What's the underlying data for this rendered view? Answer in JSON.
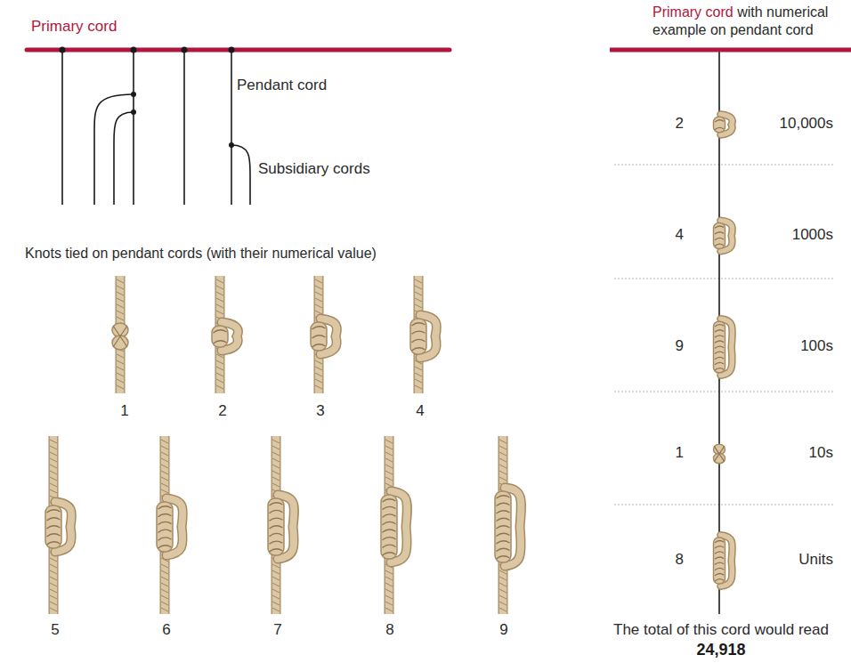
{
  "diagram": {
    "labels": [
      "Primary cord",
      "Pendant cord",
      "Subsidiary cords",
      "Knots tied on pendant cords (with their numerical value)",
      "1",
      "2",
      "3",
      "4",
      "5",
      "6",
      "7",
      "8",
      "9",
      "Primary cord",
      "with numerical example on pendant cord",
      "2",
      "10,000s",
      "4",
      "1000s",
      "9",
      "100s",
      "1",
      "10s",
      "8",
      "Units",
      "The total of this cord would read",
      "24,918"
    ]
  }
}
